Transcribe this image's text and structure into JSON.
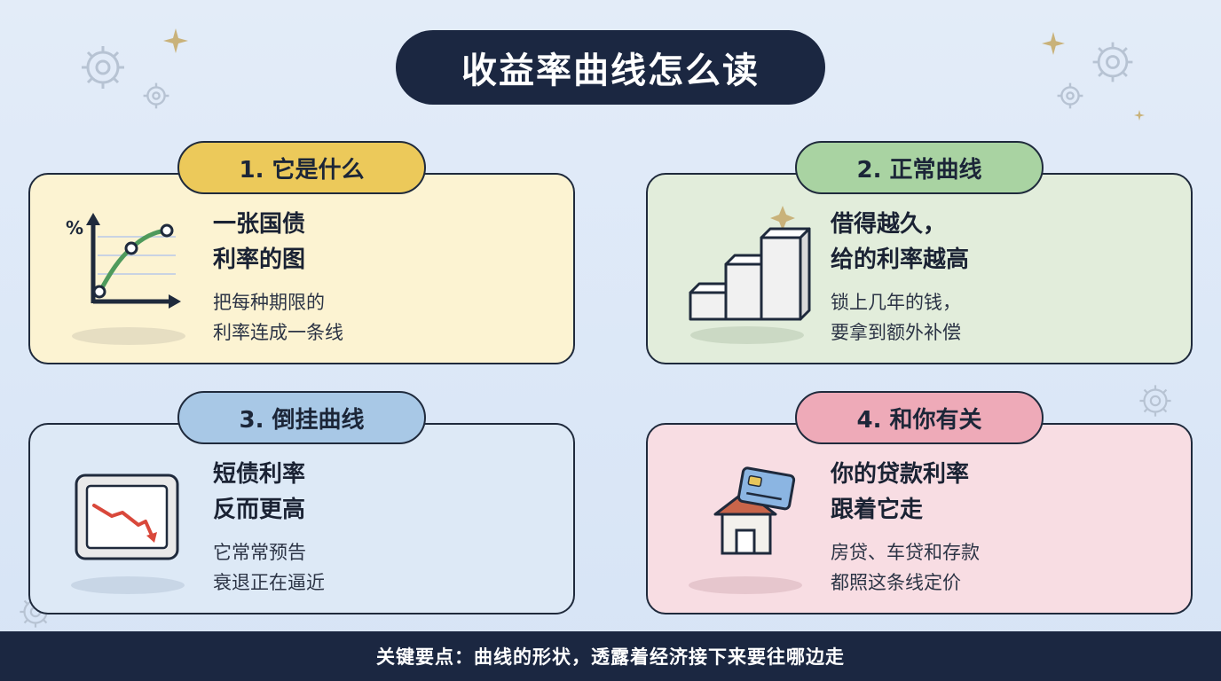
{
  "title": "收益率曲线怎么读",
  "cards": [
    {
      "tag": "1. 它是什么",
      "heading_line1": "一张国债",
      "heading_line2": "利率的图",
      "body_line1": "把每种期限的",
      "body_line2": "利率连成一条线",
      "icon": "yield-curve-chart-icon",
      "axis_symbol": "%",
      "color": "#fcf3d2",
      "tag_color": "#ecc95a"
    },
    {
      "tag": "2. 正常曲线",
      "heading_line1": "借得越久，",
      "heading_line2": "给的利率越高",
      "body_line1": "锁上几年的钱，",
      "body_line2": "要拿到额外补偿",
      "icon": "rising-steps-icon",
      "color": "#e2eddb",
      "tag_color": "#a9d3a2"
    },
    {
      "tag": "3. 倒挂曲线",
      "heading_line1": "短债利率",
      "heading_line2": "反而更高",
      "body_line1": "它常常预告",
      "body_line2": "衰退正在逼近",
      "icon": "falling-chart-monitor-icon",
      "color": "#dde9f6",
      "tag_color": "#a8c8e6"
    },
    {
      "tag": "4. 和你有关",
      "heading_line1": "你的贷款利率",
      "heading_line2": "跟着它走",
      "body_line1": "房贷、车贷和存款",
      "body_line2": "都照这条线定价",
      "icon": "house-and-card-icon",
      "color": "#f8dde3",
      "tag_color": "#eeaab8"
    }
  ],
  "footer": "关键要点：曲线的形状，透露着经济接下来要往哪边走",
  "colors": {
    "navy": "#1b2741",
    "curve_green": "#4f9a5c",
    "falling_red": "#d9483b",
    "sparkle_gold": "#c9b27a"
  }
}
